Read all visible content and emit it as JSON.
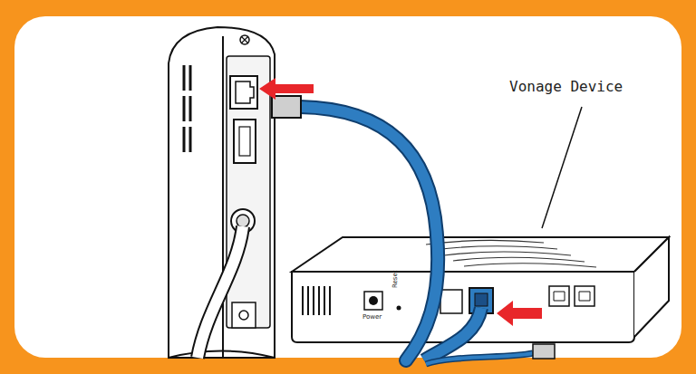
{
  "diagram": {
    "labels": [
      "Vonage Device",
      "Power",
      "Reset"
    ]
  }
}
